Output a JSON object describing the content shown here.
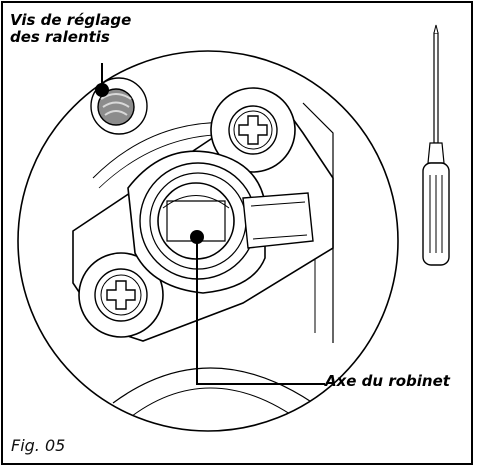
{
  "labels": {
    "idle_screw_line1": "Vis de réglage",
    "idle_screw_line2": "des ralentis",
    "valve_axis": "Axe du robinet"
  },
  "caption": "Fig. 05"
}
